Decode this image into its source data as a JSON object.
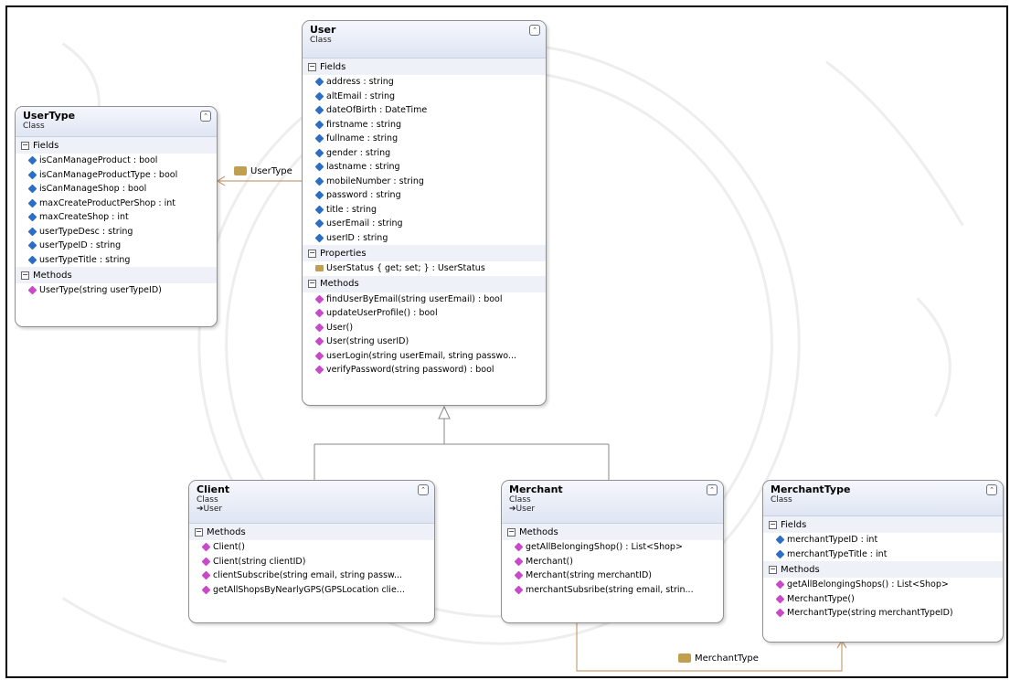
{
  "classes": {
    "user": {
      "name": "User",
      "kind": "Class",
      "sections": {
        "fields": "Fields",
        "properties": "Properties",
        "methods": "Methods"
      },
      "fields": [
        "address : string",
        "altEmail : string",
        "dateOfBirth : DateTime",
        "firstname : string",
        "fullname : string",
        "gender : string",
        "lastname : string",
        "mobileNumber : string",
        "password : string",
        "title : string",
        "userEmail : string",
        "userID : string"
      ],
      "properties": [
        "UserStatus { get; set; } : UserStatus"
      ],
      "methods": [
        "findUserByEmail(string userEmail) : bool",
        "updateUserProfile() : bool",
        "User()",
        "User(string userID)",
        "userLogin(string userEmail,  string passwo...",
        "verifyPassword(string password) : bool"
      ]
    },
    "usertype": {
      "name": "UserType",
      "kind": "Class",
      "sections": {
        "fields": "Fields",
        "methods": "Methods"
      },
      "fields": [
        "isCanManageProduct : bool",
        "isCanManageProductType : bool",
        "isCanManageShop : bool",
        "maxCreateProductPerShop : int",
        "maxCreateShop : int",
        "userTypeDesc : string",
        "userTypeID : string",
        "userTypeTitle : string"
      ],
      "methods": [
        "UserType(string userTypeID)"
      ]
    },
    "client": {
      "name": "Client",
      "kind": "Class",
      "base": "User",
      "sections": {
        "methods": "Methods"
      },
      "methods": [
        "Client()",
        "Client(string clientID)",
        "clientSubscribe(string email,  string passw...",
        "getAllShopsByNearlyGPS(GPSLocation  clie..."
      ]
    },
    "merchant": {
      "name": "Merchant",
      "kind": "Class",
      "base": "User",
      "sections": {
        "methods": "Methods"
      },
      "methods": [
        "getAllBelongingShop() : List<Shop>",
        "Merchant()",
        "Merchant(string merchantID)",
        "merchantSubsribe(string email,  strin..."
      ]
    },
    "merchanttype": {
      "name": "MerchantType",
      "kind": "Class",
      "sections": {
        "fields": "Fields",
        "methods": "Methods"
      },
      "fields": [
        "merchantTypeID : int",
        "merchantTypeTitle : int"
      ],
      "methods": [
        "getAllBelongingShops() : List<Shop>",
        "MerchantType()",
        "MerchantType(string merchantTypeID)"
      ]
    }
  },
  "associations": {
    "user_to_usertype": "UserType",
    "merchant_to_merchanttype": "MerchantType"
  },
  "colors": {
    "line": "#c8a078",
    "inherit": "#8a8a8a",
    "field_icon": "#2c6ec3",
    "method_icon": "#c84ac8",
    "header": "#dfe5f3"
  }
}
